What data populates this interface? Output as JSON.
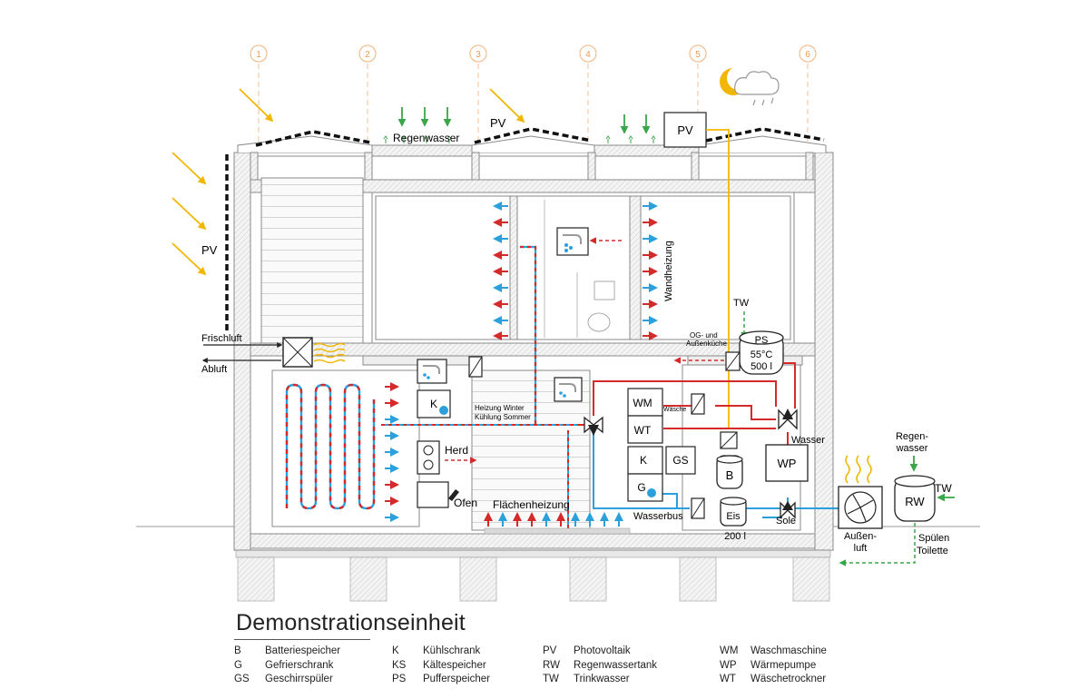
{
  "title": "Demonstrationseinheit",
  "axis_labels": [
    "1",
    "2",
    "3",
    "4",
    "5",
    "6"
  ],
  "labels": {
    "pv_roof": "PV",
    "pv_facade": "PV",
    "pv_box": "PV",
    "regenwasser_roof": "Regenwasser",
    "wandheizung": "Wandheizung",
    "tw_top": "TW",
    "og_kueche_1": "OG- und",
    "og_kueche_2": "Außenküche",
    "ps": "PS",
    "ps_temp": "55°C",
    "ps_vol": "500 l",
    "frischluft": "Frischluft",
    "abluft": "Abluft",
    "heizung_winter": "Heizung Winter",
    "kuehlung_sommer": "Kühlung Sommer",
    "k_kitchen": "K",
    "herd": "Herd",
    "ofen": "Ofen",
    "flaechenheizung": "Flächenheizung",
    "wm": "WM",
    "wt": "WT",
    "waesche": "Wäsche",
    "k_util": "K",
    "gs": "GS",
    "g": "G",
    "b": "B",
    "wp": "WP",
    "wasser": "Wasser",
    "sole": "Sole",
    "wasserbus": "Wasserbus",
    "eis": "Eis",
    "eis_vol": "200 l",
    "aussenluft_1": "Außen-",
    "aussenluft_2": "luft",
    "regen_1": "Regen-",
    "regen_2": "wasser",
    "rw": "RW",
    "tw_right": "TW",
    "spuelen_1": "Spülen",
    "spuelen_2": "Toilette"
  },
  "legend": [
    [
      {
        "abbr": "B",
        "text": "Batteriespeicher"
      },
      {
        "abbr": "G",
        "text": "Gefrierschrank"
      },
      {
        "abbr": "GS",
        "text": "Geschirrspüler"
      }
    ],
    [
      {
        "abbr": "K",
        "text": "Kühlschrank"
      },
      {
        "abbr": "KS",
        "text": "Kältespeicher"
      },
      {
        "abbr": "PS",
        "text": "Pufferspeicher"
      }
    ],
    [
      {
        "abbr": "PV",
        "text": "Photovoltaik"
      },
      {
        "abbr": "RW",
        "text": "Regenwassertank"
      },
      {
        "abbr": "TW",
        "text": "Trinkwasser"
      }
    ],
    [
      {
        "abbr": "WM",
        "text": "Waschmaschine"
      },
      {
        "abbr": "WP",
        "text": "Wärmepumpe"
      },
      {
        "abbr": "WT",
        "text": "Wäschetrockner"
      }
    ]
  ],
  "colors": {
    "heat": "#d42a2a",
    "cool": "#2ba0dc",
    "solar": "#f2b705",
    "rain": "#3aa64a",
    "axis": "#f0b27a",
    "structure": "#8a8a8a"
  }
}
